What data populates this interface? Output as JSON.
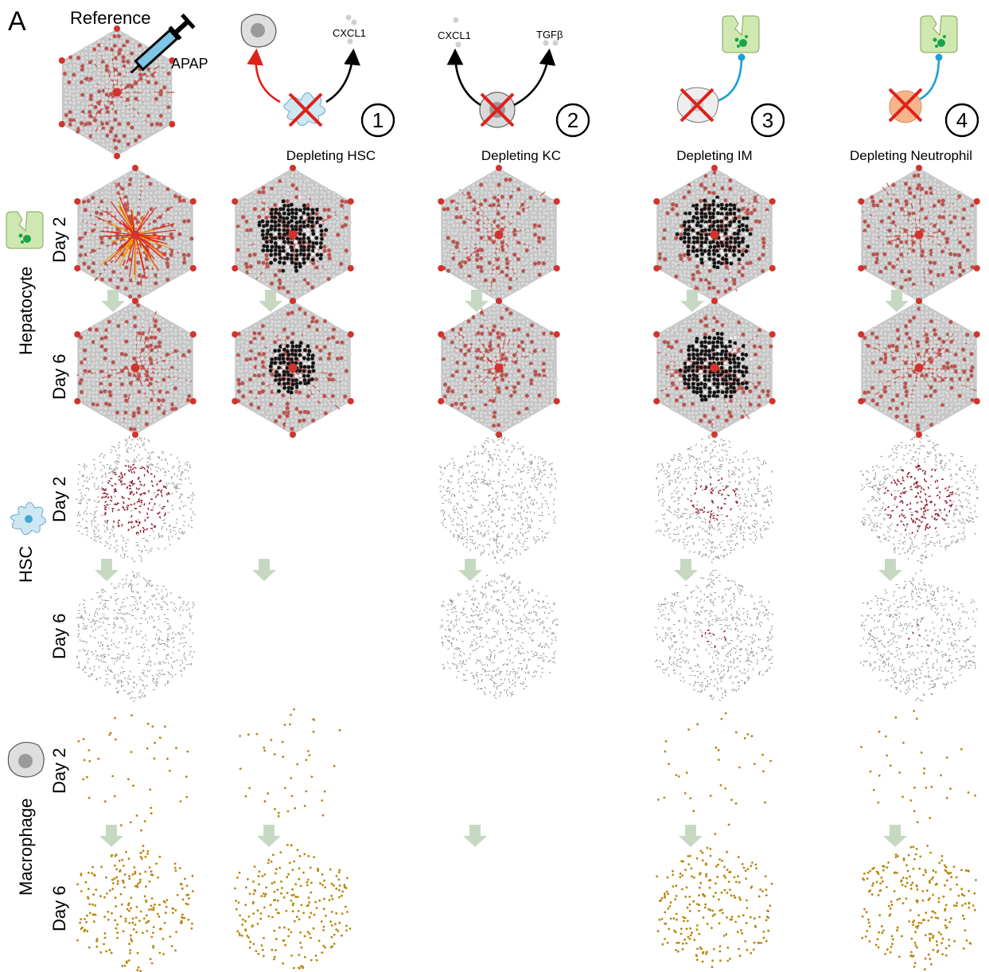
{
  "panel_letter": "A",
  "reference_label": "Reference",
  "drug_label": "APAP",
  "signals": {
    "cxcl1": "CXCL1",
    "tgfb": "TGFβ"
  },
  "scenarios": [
    {
      "number": "1",
      "label": "Depleting HSC"
    },
    {
      "number": "2",
      "label": "Depleting KC"
    },
    {
      "number": "3",
      "label": "Depleting IM"
    },
    {
      "number": "4",
      "label": "Depleting Neutrophil"
    }
  ],
  "row_groups": [
    {
      "name": "Hepatocyte",
      "icon": "hepatocyte-icon"
    },
    {
      "name": "HSC",
      "icon": "hsc-icon"
    },
    {
      "name": "Macrophage",
      "icon": "macrophage-icon"
    }
  ],
  "day_labels": [
    "Day 2",
    "Day 6"
  ],
  "colors": {
    "hepatocyte": "#d9d9d9",
    "vessel": "#d0342c",
    "necrotic": "#111111",
    "hsc_inactive": "#8a8a8a",
    "hsc_active": "#8b1a2e",
    "macrophage": "#b8860b",
    "arrow": "#c6d8c2",
    "red_arrow": "#e0201b",
    "blue_link": "#1e9fd6",
    "hep_icon": "#cfe8b0",
    "hep_dots": "#19a34a",
    "hsc_icon": "#cde8f3",
    "neutrophil_icon": "#f6b48c"
  },
  "tiles": {
    "hepatocyte": [
      [
        {
          "damage": "star"
        },
        {
          "damage": "none"
        }
      ],
      [
        {
          "damage": "necrotic"
        },
        {
          "damage": "necrotic-small"
        }
      ],
      [
        {
          "damage": "none"
        },
        {
          "damage": "none"
        }
      ],
      [
        {
          "damage": "necrotic"
        },
        {
          "damage": "necrotic"
        }
      ],
      [
        {
          "damage": "none"
        },
        {
          "damage": "none"
        }
      ]
    ],
    "hsc": [
      [
        {
          "activated": "high"
        },
        {
          "activated": "none"
        }
      ],
      [
        null,
        null
      ],
      [
        {
          "activated": "none"
        },
        {
          "activated": "none"
        }
      ],
      [
        {
          "activated": "medium"
        },
        {
          "activated": "low"
        }
      ],
      [
        {
          "activated": "high"
        },
        {
          "activated": "low"
        }
      ]
    ],
    "macrophage": [
      [
        {
          "count": "sparse"
        },
        {
          "count": "dense"
        }
      ],
      [
        {
          "count": "sparse"
        },
        {
          "count": "dense"
        }
      ],
      [
        null,
        null
      ],
      [
        {
          "count": "sparse"
        },
        {
          "count": "dense"
        }
      ],
      [
        {
          "count": "sparse"
        },
        {
          "count": "dense"
        }
      ]
    ]
  }
}
